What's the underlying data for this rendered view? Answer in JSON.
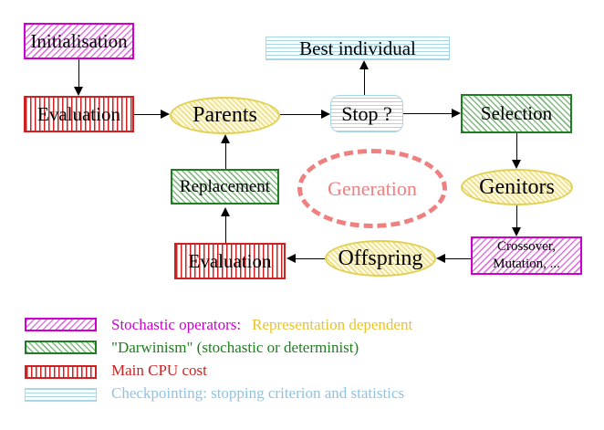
{
  "palette": {
    "magenta": "#CC00CC",
    "red": "#CC2222",
    "green": "#1E7F1E",
    "cyan": "#A6D7E8",
    "cyan_text": "#8FC3E4",
    "yellow_border": "#E2D052",
    "yellow_fill": "#FFFBE2",
    "gold_text": "#E9C32B",
    "salmon": "#F08080",
    "arrow": "#000000"
  },
  "nodes": {
    "initialisation": "Initialisation",
    "evaluation_top": "Evaluation",
    "parents": "Parents",
    "best_individual": "Best individual",
    "stop": "Stop ?",
    "selection": "Selection",
    "replacement": "Replacement",
    "generation": "Generation",
    "genitors": "Genitors",
    "evaluation_bottom": "Evaluation",
    "offspring": "Offspring",
    "crossover_line1": "Crossover,",
    "crossover_line2": "Mutation, ..."
  },
  "legend": [
    {
      "style": "magenta-hatch",
      "text": "Stochastic operators:",
      "text_secondary": "Representation dependent"
    },
    {
      "style": "green-hatch",
      "text": "\"Darwinism\" (stochastic or determinist)"
    },
    {
      "style": "red-stripes",
      "text": "Main CPU cost"
    },
    {
      "style": "cyan-stripes",
      "text": "Checkpointing: stopping criterion and statistics"
    }
  ]
}
